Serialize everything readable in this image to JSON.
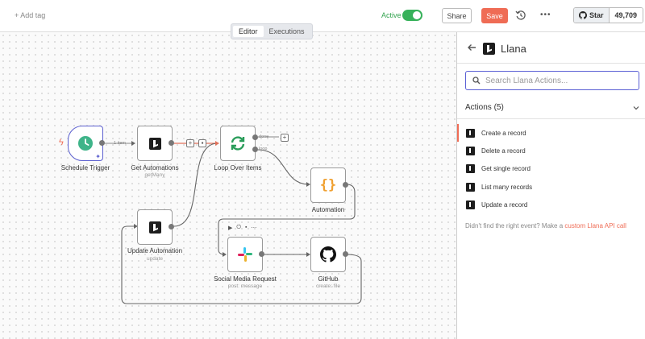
{
  "topbar": {
    "add_tag": "+ Add tag",
    "active_label": "Active",
    "share": "Share",
    "save": "Save",
    "star": "Star",
    "star_count": "49,709",
    "accent": "#ef6c55",
    "active_color": "#37b15a"
  },
  "mode_tabs": [
    "Editor",
    "Executions"
  ],
  "nodes": {
    "schedule": {
      "label": "Schedule Trigger"
    },
    "get_automations": {
      "label": "Get Automations",
      "sub": "getMany"
    },
    "loop": {
      "label": "Loop Over Items"
    },
    "automation": {
      "label": "Automation"
    },
    "update_automation": {
      "label": "Update Automation",
      "sub": "update"
    },
    "social": {
      "label": "Social Media Request",
      "sub": "post: message"
    },
    "github": {
      "label": "GitHub",
      "sub": "create: file"
    }
  },
  "edge_labels": {
    "one_item": "1 item",
    "done": "done",
    "loop": "loop"
  },
  "panel": {
    "title": "Llana",
    "search_placeholder": "Search Llana Actions...",
    "section_title": "Actions (5)",
    "actions": [
      "Create a record",
      "Delete a record",
      "Get single record",
      "List many records",
      "Update a record"
    ],
    "hint_prefix": "Didn't find the right event? Make a ",
    "hint_link": "custom Llana API call"
  }
}
